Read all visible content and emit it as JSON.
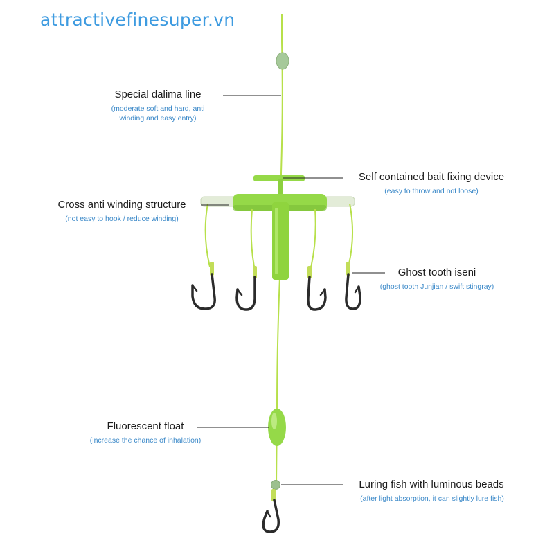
{
  "watermark": "attractivefinesuper.vn",
  "colors": {
    "line": "#b7e04a",
    "part": "#95d948",
    "part_dark": "#6fb52e",
    "hook": "#2b2b2b",
    "label": "#1c1c1c",
    "sublabel": "#3a88c8",
    "watermark": "#3e9be0"
  },
  "annotations": {
    "dalima": {
      "title": "Special dalima line",
      "sub1": "(moderate soft and hard, anti",
      "sub2": "winding and easy entry)"
    },
    "bait": {
      "title": "Self contained bait fixing device",
      "sub": "(easy to throw and not loose)"
    },
    "cross": {
      "title": "Cross anti winding structure",
      "sub": "(not easy to hook / reduce winding)"
    },
    "ghost": {
      "title": "Ghost tooth iseni",
      "sub": "(ghost tooth Junjian / swift stingray)"
    },
    "float": {
      "title": "Fluorescent float",
      "sub": "(increase the chance of inhalation)"
    },
    "beads": {
      "title": "Luring fish with luminous beads",
      "sub": "(after light absorption, it can slightly lure fish)"
    }
  }
}
